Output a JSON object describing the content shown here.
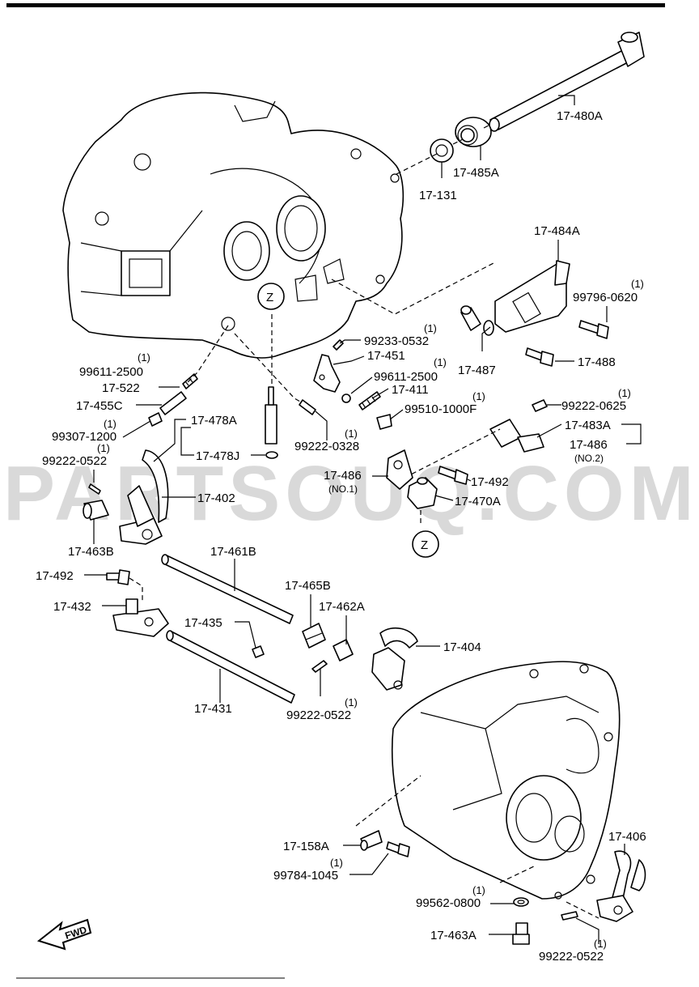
{
  "watermark": "PARTSOUQ.COM",
  "fwd_label": "FWD",
  "z_marker": "Z",
  "labels": {
    "p17_480A": "17-480A",
    "p17_485A": "17-485A",
    "p17_131": "17-131",
    "p17_484A": "17-484A",
    "p99796_0620": "99796-0620",
    "p99233_0532": "99233-0532",
    "p17_451": "17-451",
    "p99611_2500a": "99611-2500",
    "p17_411": "17-411",
    "p99510_1000F": "99510-1000F",
    "p17_487": "17-487",
    "p17_488": "17-488",
    "p99611_2500b": "99611-2500",
    "p17_522": "17-522",
    "p17_455C": "17-455C",
    "p99307_1200": "99307-1200",
    "p17_478A": "17-478A",
    "p17_478J": "17-478J",
    "p99222_0328": "99222-0328",
    "p99222_0625": "99222-0625",
    "p17_483A": "17-483A",
    "p17_486_no2": "17-486",
    "no2": "(NO.2)",
    "p99222_0522a": "99222-0522",
    "p17_402": "17-402",
    "p17_486_no1": "17-486",
    "no1": "(NO.1)",
    "p17_492a": "17-492",
    "p17_470A": "17-470A",
    "p17_463B": "17-463B",
    "p17_461B": "17-461B",
    "p17_492b": "17-492",
    "p17_432": "17-432",
    "p17_465B": "17-465B",
    "p17_462A": "17-462A",
    "p17_435": "17-435",
    "p17_404": "17-404",
    "p17_431": "17-431",
    "p99222_0522b": "99222-0522",
    "p17_158A": "17-158A",
    "p99784_1045": "99784-1045",
    "p17_406": "17-406",
    "p99562_0800": "99562-0800",
    "p17_463A": "17-463A",
    "p99222_0522c": "99222-0522"
  },
  "qty": {
    "q99796_0620": "(1)",
    "q99233_0532": "(1)",
    "q99611_2500a": "(1)",
    "q99510_1000F": "(1)",
    "q99611_2500b": "(1)",
    "q99307_1200": "(1)",
    "q99222_0328": "(1)",
    "q99222_0625": "(1)",
    "q99222_0522a": "(1)",
    "q99222_0522b": "(1)",
    "q99784_1045": "(1)",
    "q99562_0800": "(1)",
    "q99222_0522c": "(1)"
  }
}
